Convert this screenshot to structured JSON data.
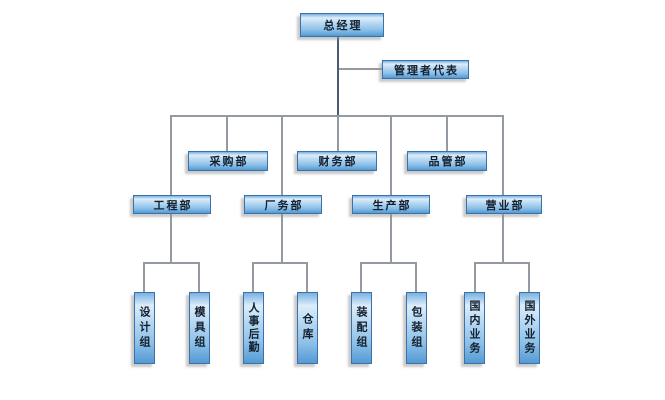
{
  "org_chart": {
    "type": "organization-chart",
    "nodes": {
      "general_manager": "总经理",
      "management_representative": "管理者代表",
      "purchasing_dept": "采购部",
      "finance_dept": "财务部",
      "quality_dept": "品管部",
      "engineering_dept": "工程部",
      "factory_affairs_dept": "厂务部",
      "production_dept": "生产部",
      "sales_dept": "营业部",
      "design_group": "设计组",
      "mold_group": "模具组",
      "hr_logistics_group": "人事后勤",
      "warehouse_group": "仓库",
      "assembly_group": "装配组",
      "packing_group": "包装组",
      "domestic_business_group": "国内业务",
      "overseas_business_group": "国外业务"
    },
    "hierarchy": [
      {
        "parent": "general_manager",
        "children": [
          "management_representative",
          "purchasing_dept",
          "finance_dept",
          "quality_dept",
          "engineering_dept",
          "factory_affairs_dept",
          "production_dept",
          "sales_dept"
        ]
      },
      {
        "parent": "engineering_dept",
        "children": [
          "design_group",
          "mold_group"
        ]
      },
      {
        "parent": "factory_affairs_dept",
        "children": [
          "hr_logistics_group",
          "warehouse_group"
        ]
      },
      {
        "parent": "production_dept",
        "children": [
          "assembly_group",
          "packing_group"
        ]
      },
      {
        "parent": "sales_dept",
        "children": [
          "domestic_business_group",
          "overseas_business_group"
        ]
      }
    ],
    "colors": {
      "background": "#ffffff",
      "line": "#939aa1",
      "line_dark": "#4a5d70",
      "box_border": "#3b72aa",
      "box_top": "#79b1e0",
      "box_light": "#dcedfb",
      "box_mid": "#aed3f0",
      "box_bottom": "#549ad4",
      "text": "#14202e"
    }
  }
}
